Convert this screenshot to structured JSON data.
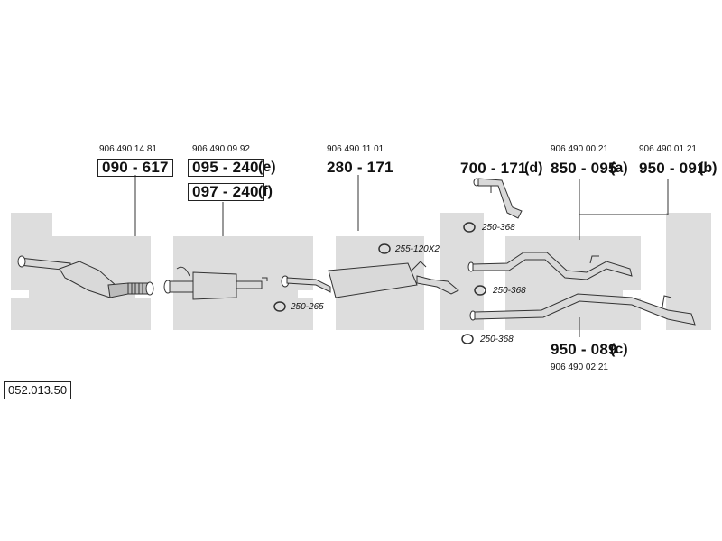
{
  "catalog_number": "052.013.50",
  "colors": {
    "watermark": "#dddddd",
    "line": "#333333",
    "part_fill": "#d9d9d9"
  },
  "parts": [
    {
      "oe": "906 490 14 81",
      "number": "090 - 617",
      "suffix": ""
    },
    {
      "oe": "906 490 09 92",
      "number": "095 - 240",
      "suffix": "(e)"
    },
    {
      "oe": "",
      "number": "097 - 240",
      "suffix": "(f)"
    },
    {
      "oe": "906 490 11 01",
      "number": "280 - 171",
      "suffix": ""
    },
    {
      "oe": "",
      "number": "700 - 171",
      "suffix": "(d)"
    },
    {
      "oe": "906 490 00 21",
      "number": "850 - 095",
      "suffix": "(a)"
    },
    {
      "oe": "906 490 01 21",
      "number": "950 - 091",
      "suffix": "(b)"
    },
    {
      "oe": "906 490 02 21",
      "number": "950 - 089",
      "suffix": "(c)"
    }
  ],
  "accessories": [
    "255-120X2",
    "250-265",
    "250-368",
    "250-368",
    "250-368"
  ]
}
